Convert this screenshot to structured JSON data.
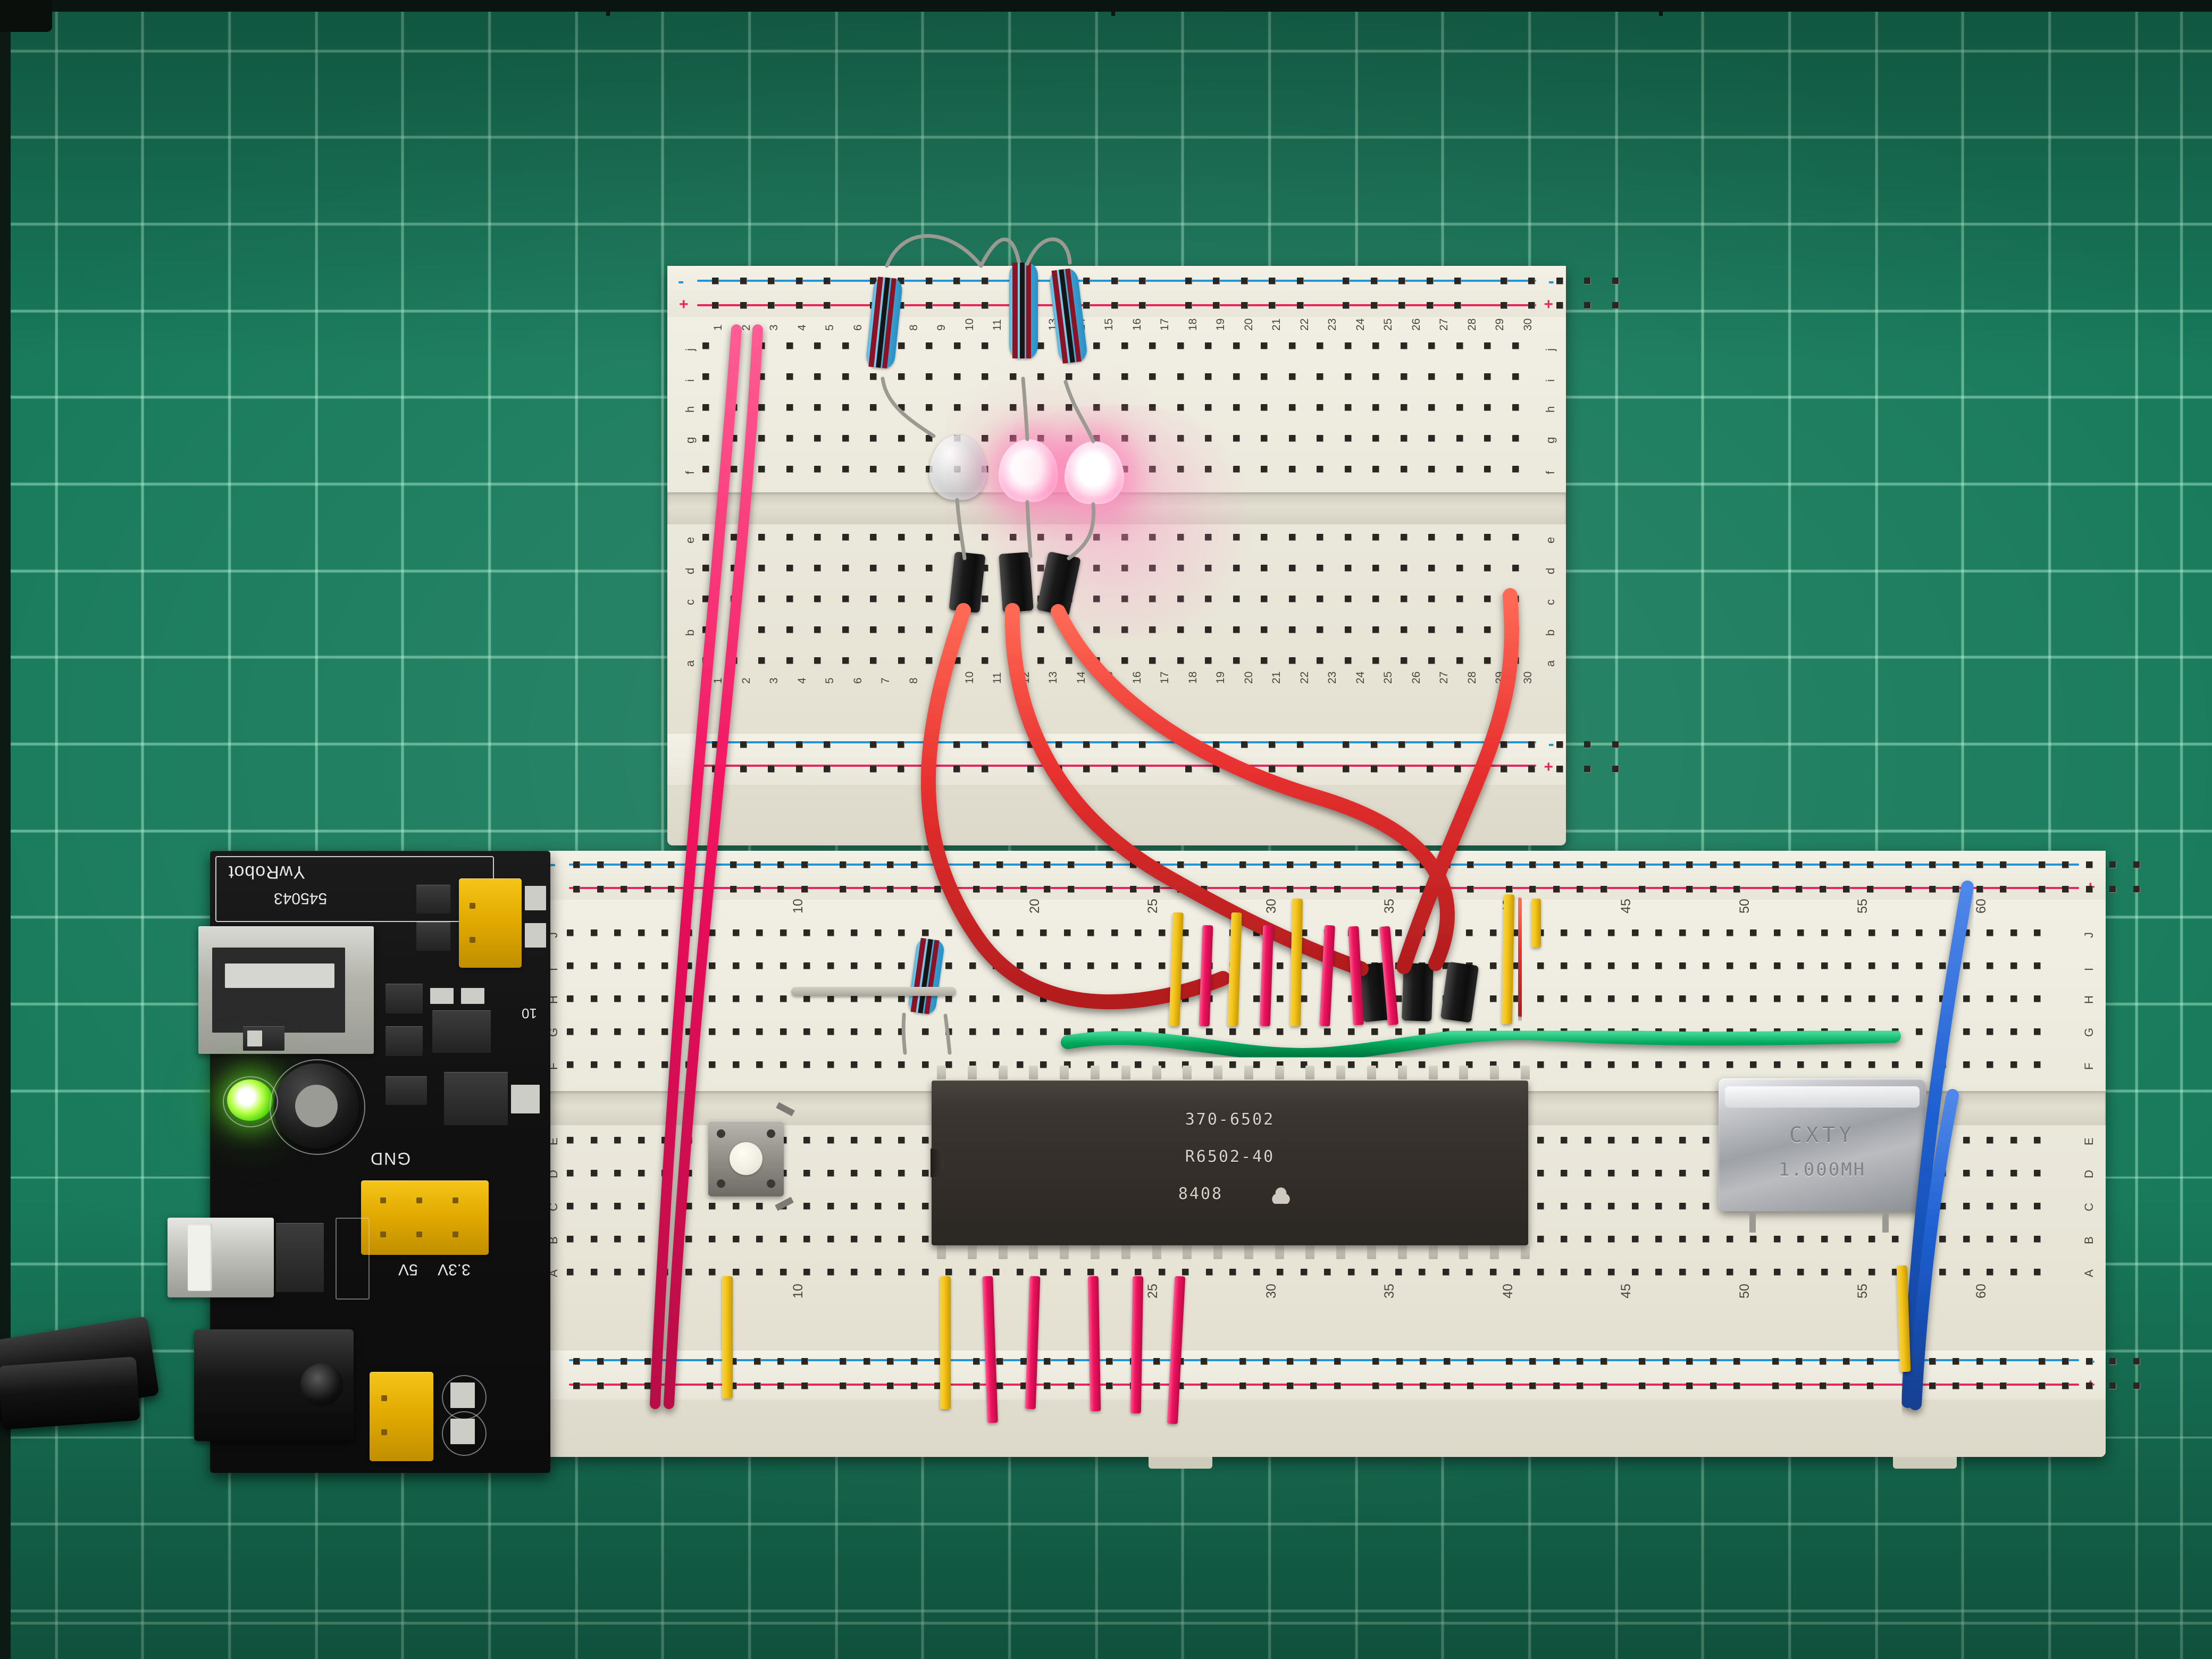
{
  "scene": {
    "title": "6502 CPU breadboard build on green cutting mat",
    "background": "cutting-mat-green",
    "mat_color": "#187a5b",
    "grid_color": "#beffe1"
  },
  "ic": {
    "name": "6502-cpu",
    "line1": "370-6502",
    "line2": "R6502-40",
    "line3": "8408",
    "logo": "rockwell-logo",
    "package": "DIP-40",
    "body_color": "#332e2a",
    "pin_count": 40
  },
  "crystal": {
    "name": "crystal-oscillator",
    "line1": "CXTY",
    "line2": "1.000MH",
    "can_color": "#a8abb0"
  },
  "power_module": {
    "name": "breadboard-power-supply",
    "brand": "YwRobot",
    "part": "545043",
    "labels": {
      "gnd": "GND",
      "v5": "5V",
      "v33": "3.3V",
      "note": "10"
    },
    "led_color": "#43d400",
    "led_state": "on",
    "connector_color": "#e0a800"
  },
  "breadboards": [
    {
      "name": "mini-breadboard-top",
      "columns": 30,
      "col_labels_top": [
        "1",
        "2",
        "3",
        "4",
        "5",
        "6",
        "7",
        "8",
        "9",
        "10",
        "11",
        "12",
        "13",
        "14",
        "15",
        "16",
        "17",
        "18",
        "19",
        "20",
        "21",
        "22",
        "23",
        "24",
        "25",
        "26",
        "27",
        "28",
        "29",
        "30"
      ],
      "col_labels_bottom": [
        "1",
        "2",
        "3",
        "4",
        "5",
        "6",
        "7",
        "8",
        "9",
        "10",
        "11",
        "12",
        "13",
        "14",
        "15",
        "16",
        "17",
        "18",
        "19",
        "20",
        "21",
        "22",
        "23",
        "24",
        "25",
        "26",
        "27",
        "28",
        "29",
        "30"
      ],
      "rows_upper": [
        "j",
        "i",
        "h",
        "g",
        "f"
      ],
      "rows_lower": [
        "e",
        "d",
        "c",
        "b",
        "a"
      ],
      "rail_plus": "+",
      "rail_minus": "-"
    },
    {
      "name": "full-breadboard-main",
      "columns": 63,
      "col_tick_labels": [
        "10",
        "20",
        "25",
        "30",
        "35",
        "40",
        "45",
        "50",
        "55",
        "60"
      ],
      "rows_upper": [
        "J",
        "I",
        "H",
        "G",
        "F"
      ],
      "rows_lower": [
        "E",
        "D",
        "C",
        "B",
        "A"
      ],
      "rail_plus": "+",
      "rail_minus": "-"
    }
  ],
  "components": {
    "leds": [
      {
        "name": "led-1",
        "state": "off",
        "color": "#e6e9eb"
      },
      {
        "name": "led-2",
        "state": "on",
        "color": "#ff7ab8"
      },
      {
        "name": "led-3",
        "state": "on",
        "color": "#ff7ab8"
      }
    ],
    "resistors": [
      {
        "name": "resistor-top-1",
        "body": "#3fa8d8",
        "bands": [
          "#8c1326",
          "#151515",
          "#8c1326",
          "#151515",
          "#b07a2a"
        ]
      },
      {
        "name": "resistor-top-2",
        "body": "#3fa8d8",
        "bands": [
          "#8c1326",
          "#151515",
          "#8c1326",
          "#151515",
          "#b07a2a"
        ]
      },
      {
        "name": "resistor-top-3",
        "body": "#3fa8d8",
        "bands": [
          "#8c1326",
          "#151515",
          "#8c1326",
          "#151515",
          "#b07a2a"
        ]
      },
      {
        "name": "resistor-main-1",
        "body": "#3fa8d8",
        "bands": [
          "#8c1326",
          "#151515",
          "#8c1326",
          "#151515",
          "#b07a2a"
        ]
      }
    ],
    "push_button": {
      "name": "tactile-push-button",
      "cap_color": "#f2efe3"
    },
    "wire_colors": {
      "red_jumper": "#e8302f",
      "pink_jumper": "#f0125e",
      "yellow_jumper": "#f5c518",
      "green_jumper": "#00a95c",
      "blue_jumper": "#1d5fd0",
      "heatshrink": "#141414"
    }
  }
}
